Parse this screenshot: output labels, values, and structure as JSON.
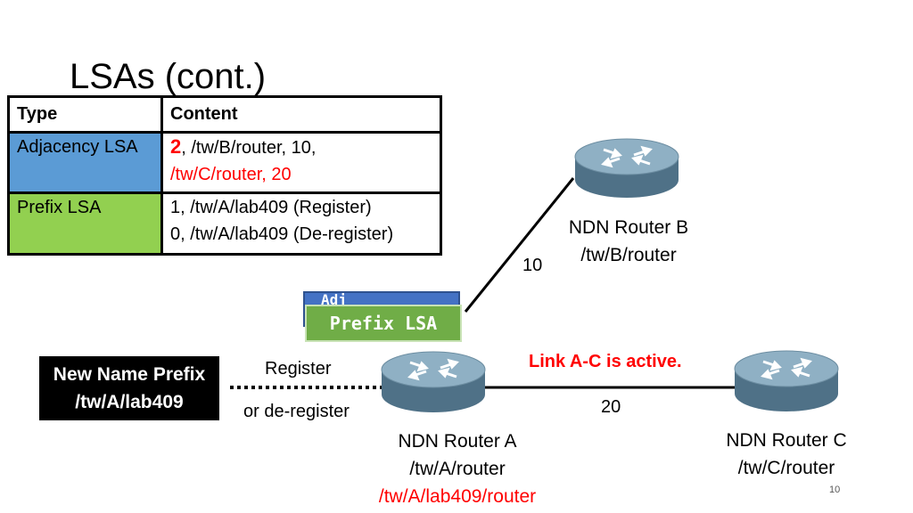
{
  "title": "LSAs (cont.)",
  "table": {
    "headers": [
      "Type",
      "Content"
    ],
    "rows": [
      {
        "type": "Adjacency LSA",
        "content_num": "2",
        "content_line1_rest": ",  /tw/B/router, 10,",
        "content_line2": "/tw/C/router, 20"
      },
      {
        "type": "Prefix LSA",
        "content_line1": "1, /tw/A/lab409 (Register)",
        "content_line2": "0, /tw/A/lab409 (De-register)"
      }
    ]
  },
  "lsa_stack": {
    "back_label": "Adj",
    "front_label": "Prefix LSA"
  },
  "new_prefix": {
    "line1": "New Name Prefix",
    "line2": "/tw/A/lab409"
  },
  "register_label": "Register",
  "deregister_label": "or de-register",
  "link_status": "Link A-C is active.",
  "cost_ab": "10",
  "cost_ac": "20",
  "routers": {
    "a": {
      "name": "NDN Router A",
      "path": "/tw/A/router",
      "extra": "/tw/A/lab409/router"
    },
    "b": {
      "name": "NDN Router B",
      "path": "/tw/B/router"
    },
    "c": {
      "name": "NDN Router C",
      "path": "/tw/C/router"
    }
  },
  "page_number": "10",
  "colors": {
    "adjacency": "#5b9bd5",
    "prefix": "#92d050",
    "router_body": "#6f8fa3",
    "highlight": "#ff0000"
  }
}
